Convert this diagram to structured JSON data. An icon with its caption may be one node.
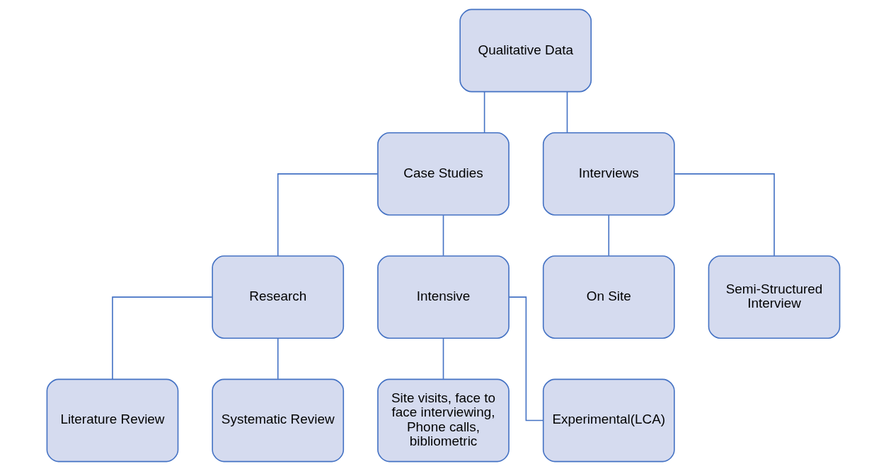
{
  "diagram": {
    "nodes": [
      {
        "text": [
          "Qualitative Data"
        ]
      },
      {
        "text": [
          "Case Studies"
        ]
      },
      {
        "text": [
          "Interviews"
        ]
      },
      {
        "text": [
          "Research"
        ]
      },
      {
        "text": [
          "Intensive"
        ]
      },
      {
        "text": [
          "On Site"
        ]
      },
      {
        "text": [
          "Semi-Structured Interview"
        ]
      },
      {
        "text": [
          "Literature Review"
        ]
      },
      {
        "text": [
          "Systematic Review"
        ]
      },
      {
        "text": [
          "Site visits, face to face interviewing, Phone calls, bibliometric"
        ]
      },
      {
        "text": [
          "Experimental(LCA)"
        ]
      }
    ],
    "edges": [
      {
        "from": 0,
        "to": 1,
        "arrow": "none"
      },
      {
        "from": 0,
        "to": 2,
        "arrow": "none"
      },
      {
        "from": 1,
        "to": 3,
        "arrow": "none"
      },
      {
        "from": 1,
        "to": 4,
        "arrow": "none"
      },
      {
        "from": 2,
        "to": 5,
        "arrow": "none"
      },
      {
        "from": 2,
        "to": 6,
        "arrow": "none"
      },
      {
        "from": 3,
        "to": 7,
        "arrow": "none"
      },
      {
        "from": 3,
        "to": 8,
        "arrow": "none"
      },
      {
        "from": 4,
        "to": 9,
        "arrow": "none"
      },
      {
        "from": 4,
        "to": 10,
        "arrow": "none"
      }
    ]
  }
}
